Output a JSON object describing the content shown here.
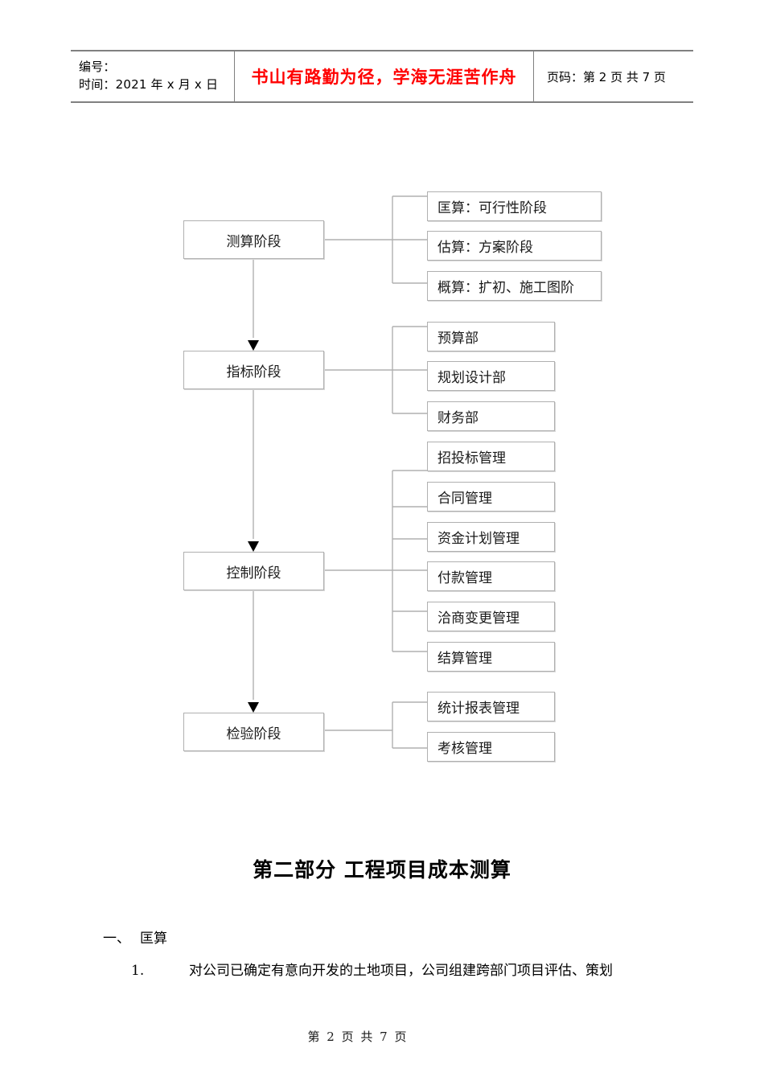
{
  "header": {
    "code_label": "编号：",
    "time_label": "时间：2021 年 x 月 x 日",
    "slogan": "书山有路勤为径，学海无涯苦作舟",
    "page_info": "页码：第 2 页  共 7 页",
    "slogan_color": "#FF0000"
  },
  "flowchart": {
    "groups": [
      {
        "stage": "测算阶段",
        "leaves": [
          "匡算：可行性阶段",
          "估算：方案阶段",
          "概算：扩初、施工图阶"
        ]
      },
      {
        "stage": "指标阶段",
        "leaves": [
          "预算部",
          "规划设计部",
          "财务部"
        ]
      },
      {
        "stage": "控制阶段",
        "leaves": [
          "招投标管理",
          "合同管理",
          "资金计划管理",
          "付款管理",
          "洽商变更管理",
          "结算管理"
        ]
      },
      {
        "stage": "检验阶段",
        "leaves": [
          "统计报表管理",
          "考核管理"
        ]
      }
    ],
    "line_color": "#b0b0b0",
    "arrow_color": "#000000"
  },
  "document": {
    "heading": "第二部分  工程项目成本测算",
    "section_number": "一、",
    "section_title": "匡算",
    "item_number": "1.",
    "item_text": "对公司已确定有意向开发的土地项目，公司组建跨部门项目评估、策划"
  },
  "footer": {
    "page_text": "第 2 页 共 7 页"
  }
}
